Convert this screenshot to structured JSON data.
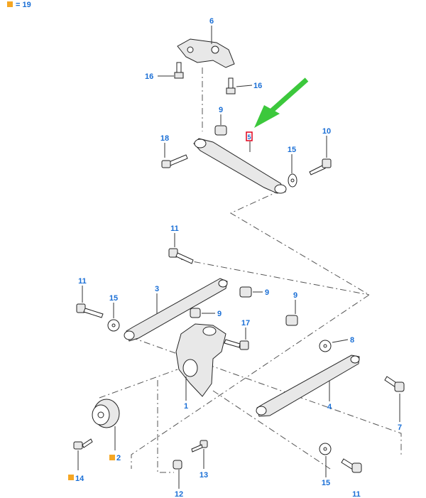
{
  "legend": {
    "label": "= 19",
    "marker_color": "#f5a623"
  },
  "colors": {
    "callout": "#1a6fd6",
    "arrow": "#3cc83c",
    "highlight": "#e0001b",
    "kit_marker": "#f5a623"
  },
  "callouts": {
    "c6": "6",
    "c16a": "16",
    "c16b": "16",
    "c9a": "9",
    "c18": "18",
    "c10": "10",
    "c15a": "15",
    "c11a": "11",
    "c11b": "11",
    "c3": "3",
    "c15b": "15",
    "c9b": "9",
    "c9c": "9",
    "c9d": "9",
    "c17": "17",
    "c8": "8",
    "c1": "1",
    "c4": "4",
    "c7": "7",
    "c2": "2",
    "c14": "14",
    "c13": "13",
    "c12": "12",
    "c15c": "15",
    "c11c": "11"
  },
  "icons": {
    "pointer": "green-arrow-icon",
    "kit": "orange-square-icon"
  }
}
